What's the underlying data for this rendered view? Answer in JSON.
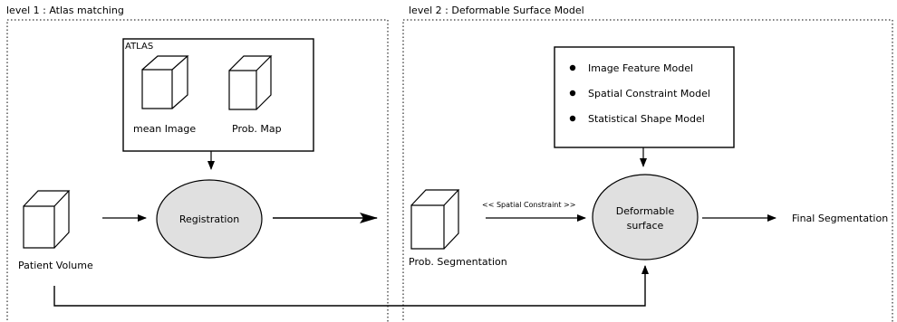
{
  "level1": {
    "title": "level 1 : Atlas matching"
  },
  "level2": {
    "title": "level 2 : Deformable Surface Model"
  },
  "atlas": {
    "title": "ATLAS",
    "mean_image_label": "mean Image",
    "prob_map_label": "Prob. Map"
  },
  "patient_volume_label": "Patient Volume",
  "registration_label": "Registration",
  "prob_segmentation_label": "Prob. Segmentation",
  "spatial_constraint_label": "<< Spatial Constraint >>",
  "deformable_surface": {
    "line1": "Deformable",
    "line2": "surface"
  },
  "models": [
    "Image Feature Model",
    "Spatial Constraint Model",
    "Statistical Shape Model"
  ],
  "final_segmentation_label": "Final Segmentation",
  "colors": {
    "node_fill": "#e0e0e0",
    "stroke": "#000000"
  }
}
